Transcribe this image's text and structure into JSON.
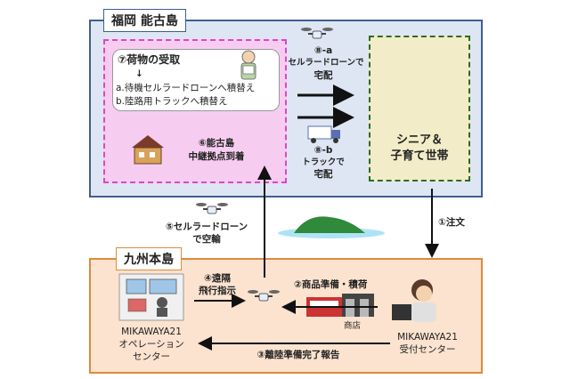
{
  "regions": {
    "top_label": "福岡 能古島",
    "bottom_label": "九州本島"
  },
  "hub": {
    "step7_title": "⑦荷物の受取",
    "down_arrow": "↓",
    "step7_a": "a.待機セルラードローンへ積替え",
    "step7_b": "b.陸路用トラックへ積替え",
    "step6_line1": "⑥能古島",
    "step6_line2": "中継拠点到着"
  },
  "step8a": {
    "line1": "⑧-a",
    "line2": "セルラードローンで",
    "line3": "宅配"
  },
  "step8b": {
    "line1": "⑧-b",
    "line2": "トラックで",
    "line3": "宅配"
  },
  "destination": {
    "line1": "シニア＆",
    "line2": "子育て世帯"
  },
  "step1": "①注文",
  "step5": {
    "line1": "⑤セルラードローン",
    "line2": "で空輸"
  },
  "step4": {
    "line1": "④遠隔",
    "line2": "飛行指示"
  },
  "step2": "②商品準備・積荷",
  "store_label": "商店",
  "step3": "③離陸準備完了報告",
  "ops_center": {
    "line1": "MIKAWAYA21",
    "line2": "オペレーション",
    "line3": "センター"
  },
  "reception_center": {
    "line1": "MIKAWAYA21",
    "line2": "受付センター"
  },
  "colors": {
    "top_bg": "#dde6f2",
    "bottom_bg": "#fbe3cf",
    "hub_bg": "#f6cdf0",
    "dest_bg": "#f2ecc8"
  }
}
